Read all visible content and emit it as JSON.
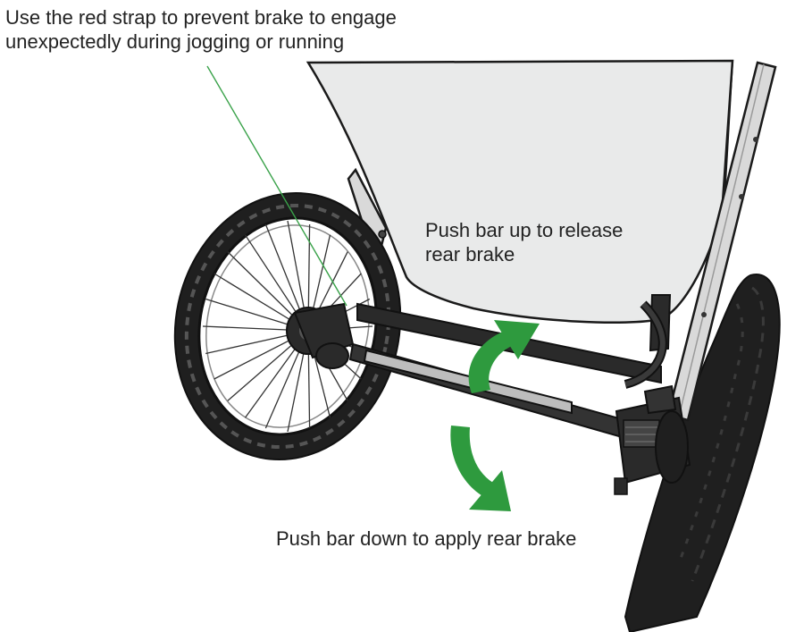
{
  "callouts": {
    "strap_line1": "Use the red strap to prevent brake to engage",
    "strap_line2": "unexpectedly during jogging or running",
    "release_line1": "Push bar up to release",
    "release_line2": "rear brake",
    "apply": "Push bar down to apply rear brake"
  },
  "colors": {
    "arrow_green": "#2e9a3e",
    "leader_green": "#3aa24a",
    "seat_fabric": "#e9eaea",
    "frame_outline": "#1a1a1a",
    "tire": "#1f1f1f"
  },
  "icons": {
    "release_arrow": "curved-arrow-up-icon",
    "apply_arrow": "curved-arrow-down-icon"
  }
}
